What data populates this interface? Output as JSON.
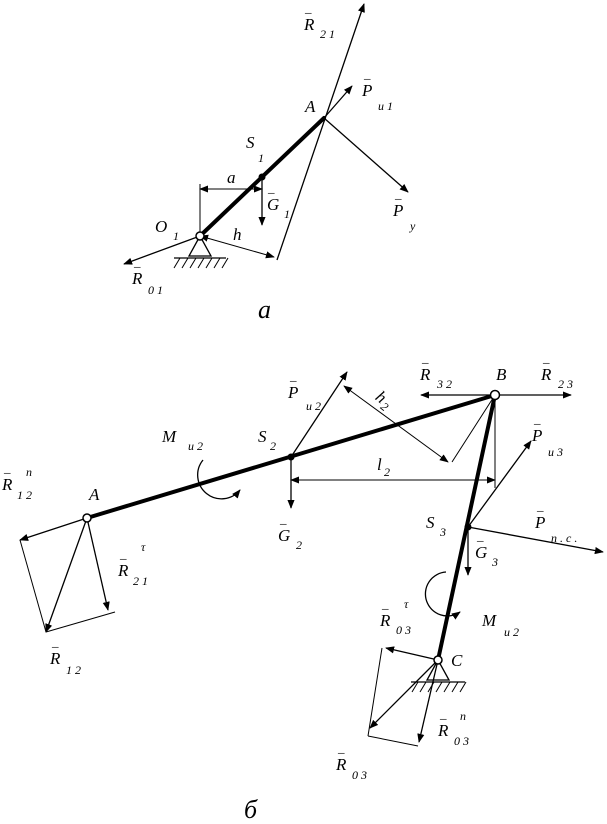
{
  "diagram_a": {
    "caption": "а",
    "labels": {
      "R21": {
        "main": "R",
        "sub": "2 1"
      },
      "Pu1": {
        "main": "P",
        "sub": "u 1"
      },
      "A": {
        "main": "A",
        "sub": ""
      },
      "S1": {
        "main": "S",
        "sub": "1"
      },
      "a": {
        "main": "a",
        "sub": ""
      },
      "G1": {
        "main": "G",
        "sub": "1"
      },
      "Py": {
        "main": "P",
        "sub": "y"
      },
      "O1": {
        "main": "O",
        "sub": "1"
      },
      "h": {
        "main": "h",
        "sub": ""
      },
      "R01": {
        "main": "R",
        "sub": "0 1"
      }
    }
  },
  "diagram_b": {
    "caption": "б",
    "labels": {
      "R32": {
        "main": "R",
        "sub": "3 2"
      },
      "B": {
        "main": "B",
        "sub": ""
      },
      "R23": {
        "main": "R",
        "sub": "2 3"
      },
      "Pu2": {
        "main": "P",
        "sub": "u 2"
      },
      "h2": {
        "main": "h",
        "sub": "2"
      },
      "Mu2_left": {
        "main": "M",
        "sub": "u 2"
      },
      "S2": {
        "main": "S",
        "sub": "2"
      },
      "Pu3": {
        "main": "P",
        "sub": "u 3"
      },
      "l2": {
        "main": "l",
        "sub": "2"
      },
      "R12n": {
        "main": "R",
        "sub": "1 2",
        "sup": "n"
      },
      "A": {
        "main": "A",
        "sub": ""
      },
      "G2": {
        "main": "G",
        "sub": "2"
      },
      "S3": {
        "main": "S",
        "sub": "3"
      },
      "Pps": {
        "main": "P",
        "sub": "п . с ."
      },
      "R21t": {
        "main": "R",
        "sub": "2 1",
        "sup": "τ"
      },
      "G3": {
        "main": "G",
        "sub": "3"
      },
      "R03t": {
        "main": "R",
        "sub": "0 3",
        "sup": "τ"
      },
      "Mu2_right": {
        "main": "M",
        "sub": "u 2"
      },
      "R12": {
        "main": "R",
        "sub": "1 2"
      },
      "C": {
        "main": "C",
        "sub": ""
      },
      "R03n": {
        "main": "R",
        "sub": "0 3",
        "sup": "n"
      },
      "R03": {
        "main": "R",
        "sub": "0 3"
      }
    }
  }
}
